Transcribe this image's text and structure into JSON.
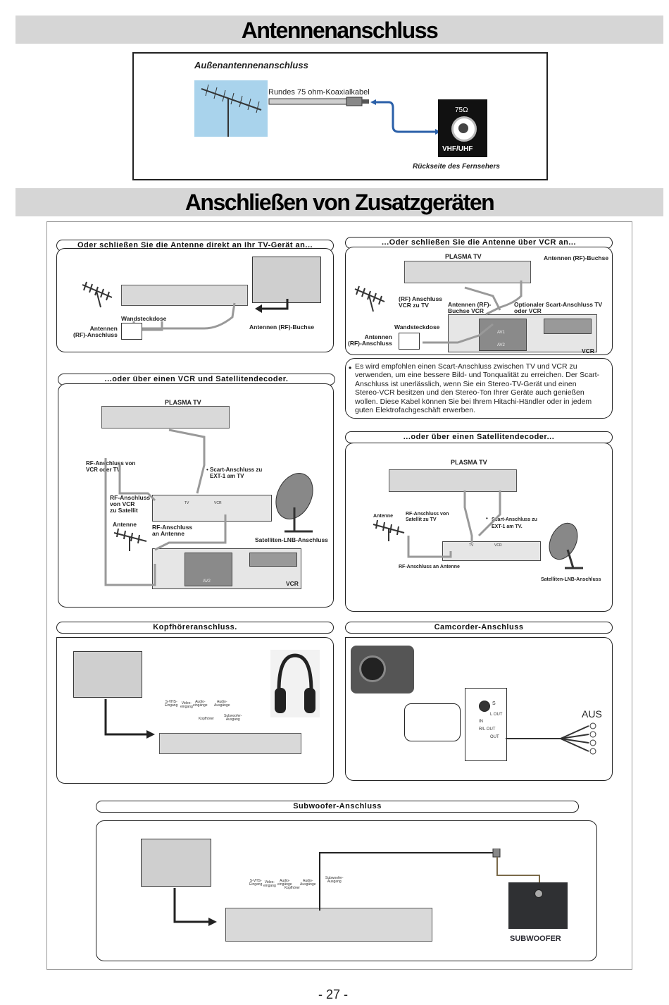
{
  "titles": {
    "antenna": "Antennenanschluss",
    "devices": "Anschließen von Zusatzgeräten"
  },
  "antenna_box": {
    "heading": "Außenantennenanschluss",
    "cable": "Rundes 75 ohm-Koaxialkabel",
    "ohm": "75Ω",
    "band": "VHF/UHF",
    "caption": "Rückseite des Fernsehers"
  },
  "panel1": {
    "title": "Oder schließen Sie die Antenne direkt an Ihr TV-Gerät an...",
    "wall": "Wandsteckdose",
    "antenna_conn": "Antennen\n(RF)-Anschluss",
    "rf_socket": "Antennen (RF)-Buchse"
  },
  "panel2": {
    "title": "...Oder schließen Sie die Antenne über VCR an...",
    "tv": "PLASMA TV",
    "rf_socket": "Antennen (RF)-Buchse",
    "rf_vcr_tv": "(RF) Anschluss\nVCR zu TV",
    "rf_socket_vcr": "Antennen (RF)-\nBuchse VCR",
    "scart_opt": "Optionaler Scart-Anschluss TV\noder VCR",
    "wall": "Wandsteckdose",
    "antenna_conn": "Antennen\n(RF)-Anschluss",
    "vcr": "VCR",
    "av1": "AV1",
    "av2": "AV2",
    "note": "Es wird empfohlen einen Scart-Anschluss zwischen TV und VCR zu verwenden, um eine bessere Bild- und Tonqualität zu erreichen. Der Scart-Anschluss ist unerlässlich, wenn Sie ein Stereo-TV-Gerät und einen Stereo-VCR besitzen und den Stereo-Ton Ihrer Geräte auch genießen wollen. Diese Kabel können Sie bei Ihrem Hitachi-Händler oder in jedem guten Elektrofachgeschäft erwerben."
  },
  "panel3": {
    "title": "...oder über einen VCR und Satellitendecoder.",
    "tv": "PLASMA TV",
    "rf_vcr_tv": "RF-Anschluss von\nVCR oder TV",
    "scart": "Scart-Anschluss zu\nEXT-1 am TV",
    "rf_vcr_sat": "RF-Anschluss\nvon VCR\nzu Satellit",
    "antenna": "Antenne",
    "rf_antenna": "RF-Anschluss\nan Antenne",
    "lnb": "Satelliten-LNB-Anschluss",
    "vcr": "VCR",
    "tv_small": "TV",
    "vcr_small": "VCR",
    "av2": "AV2"
  },
  "panel4": {
    "title": "...oder über einen Satellitendecoder...",
    "tv": "PLASMA TV",
    "antenna": "Antenne",
    "rf_sat_tv": "RF-Anschluss von\nSatellit zu TV",
    "scart": "Scart-Anschluss zu\nEXT-1 am TV.",
    "rf_antenna": "RF-Anschluss an Antenne",
    "lnb": "Satelliten-LNB-Anschluss",
    "tv_small": "TV",
    "vcr_small": "VCR"
  },
  "panel5": {
    "title": "Kopfhöreranschluss.",
    "svhs": "S-VHS-\nEingang",
    "video": "Video-\neingang",
    "audio_in": "Audio-\neingänge",
    "audio_out": "Audio-\nAusgänge",
    "headphones": "Kopfhörer",
    "sub_out": "Subwoofer-\nAusgang"
  },
  "panel6": {
    "title": "Camcorder-Anschluss",
    "aus": "AUS",
    "s_label": "S",
    "l_out": "L OUT",
    "r_out": "R/L OUT",
    "in_label": "IN",
    "out_label": "OUT"
  },
  "panel7": {
    "title": "Subwoofer-Anschluss",
    "svhs": "S-VHS-\nEingang",
    "video": "Video-\neingang",
    "audio_in": "Audio-\neingänge",
    "headphones": "Kopfhörer",
    "audio_out": "Audio-\nAusgänge",
    "sub_out": "Subwoofer-\nAusgang",
    "subwoofer": "SUBWOOFER"
  },
  "page_number": "- 27 -"
}
